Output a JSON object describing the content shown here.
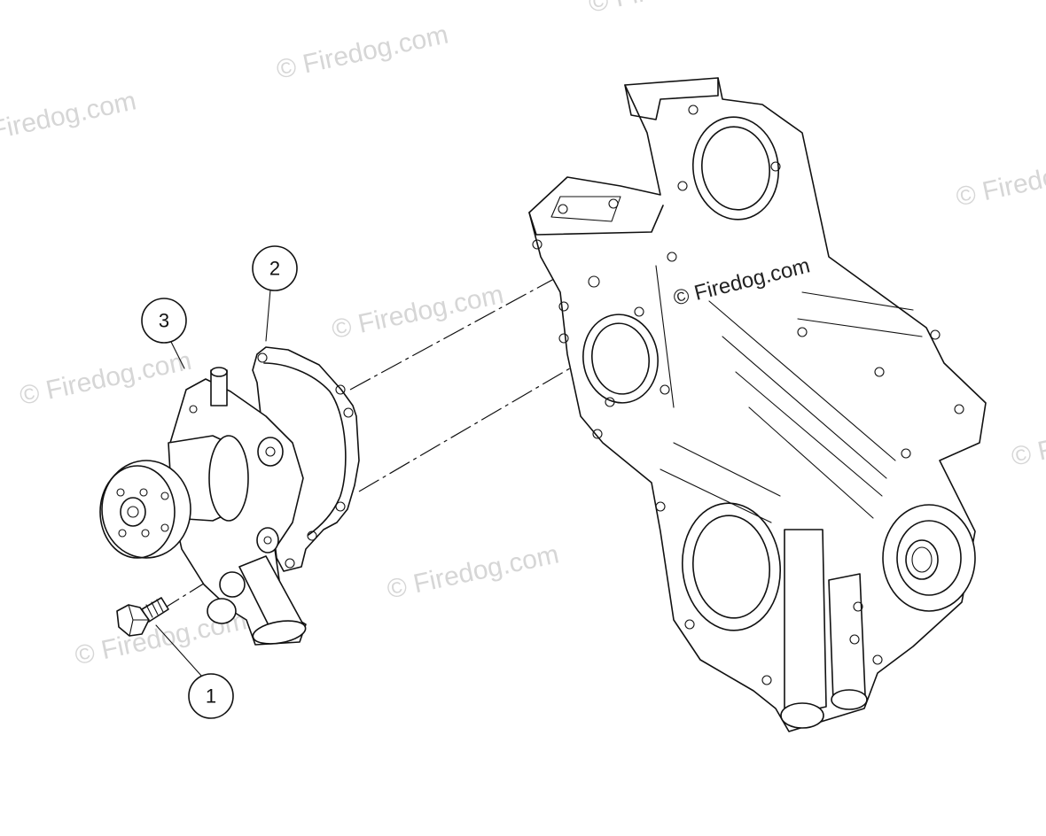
{
  "watermark": {
    "text": "© Firedog.com",
    "prominent_text": "© Firedog.com"
  },
  "callouts": [
    {
      "number": "1"
    },
    {
      "number": "2"
    },
    {
      "number": "3"
    }
  ]
}
